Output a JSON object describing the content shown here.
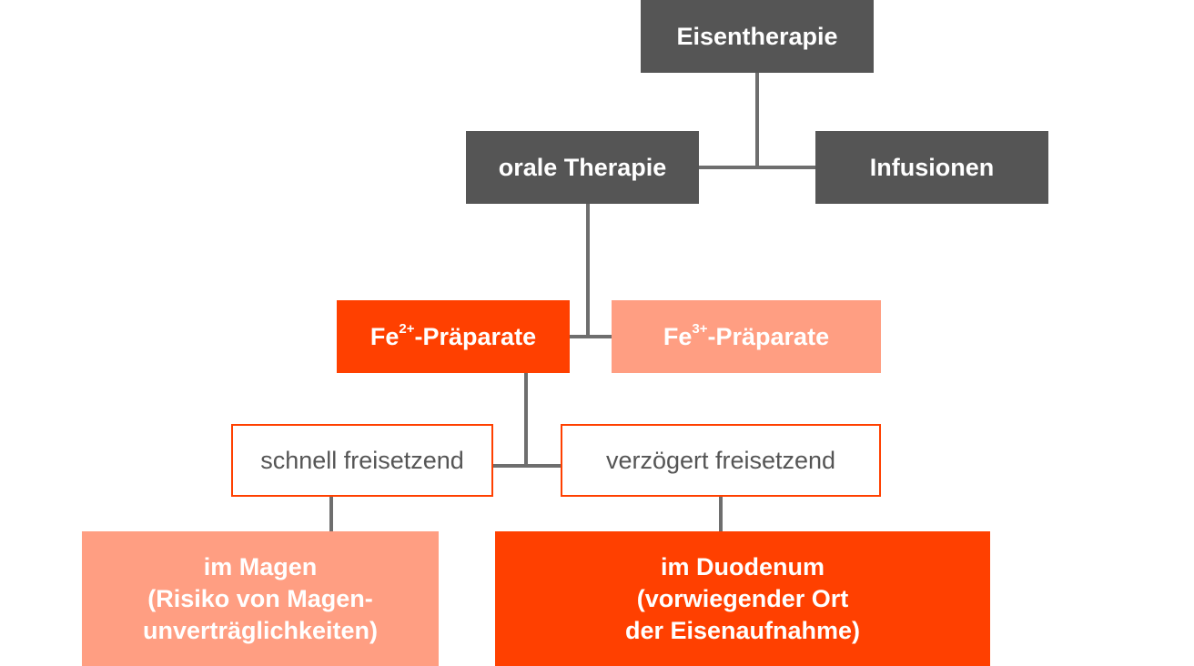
{
  "root": {
    "label": "Eisentherapie"
  },
  "level1": {
    "oral": "orale Therapie",
    "infusion": "Infusionen"
  },
  "level2": {
    "fe2": {
      "base": "Fe",
      "charge": "2+",
      "suffix": "-Präparate"
    },
    "fe3": {
      "base": "Fe",
      "charge": "3+",
      "suffix": "-Präparate"
    }
  },
  "level3": {
    "fast": "schnell freisetzend",
    "delayed": "verzögert freisetzend"
  },
  "level4": {
    "stomach": [
      "im Magen",
      "(Risiko von Magen-",
      "unverträglichkeiten)"
    ],
    "duodenum": [
      "im Duodenum",
      "(vorwiegender Ort",
      "der Eisenaufnahme)"
    ]
  },
  "colors": {
    "dark": "#555555",
    "accent": "#ff4000",
    "light_accent": "#ff9e82",
    "line": "#6e6e6e"
  }
}
